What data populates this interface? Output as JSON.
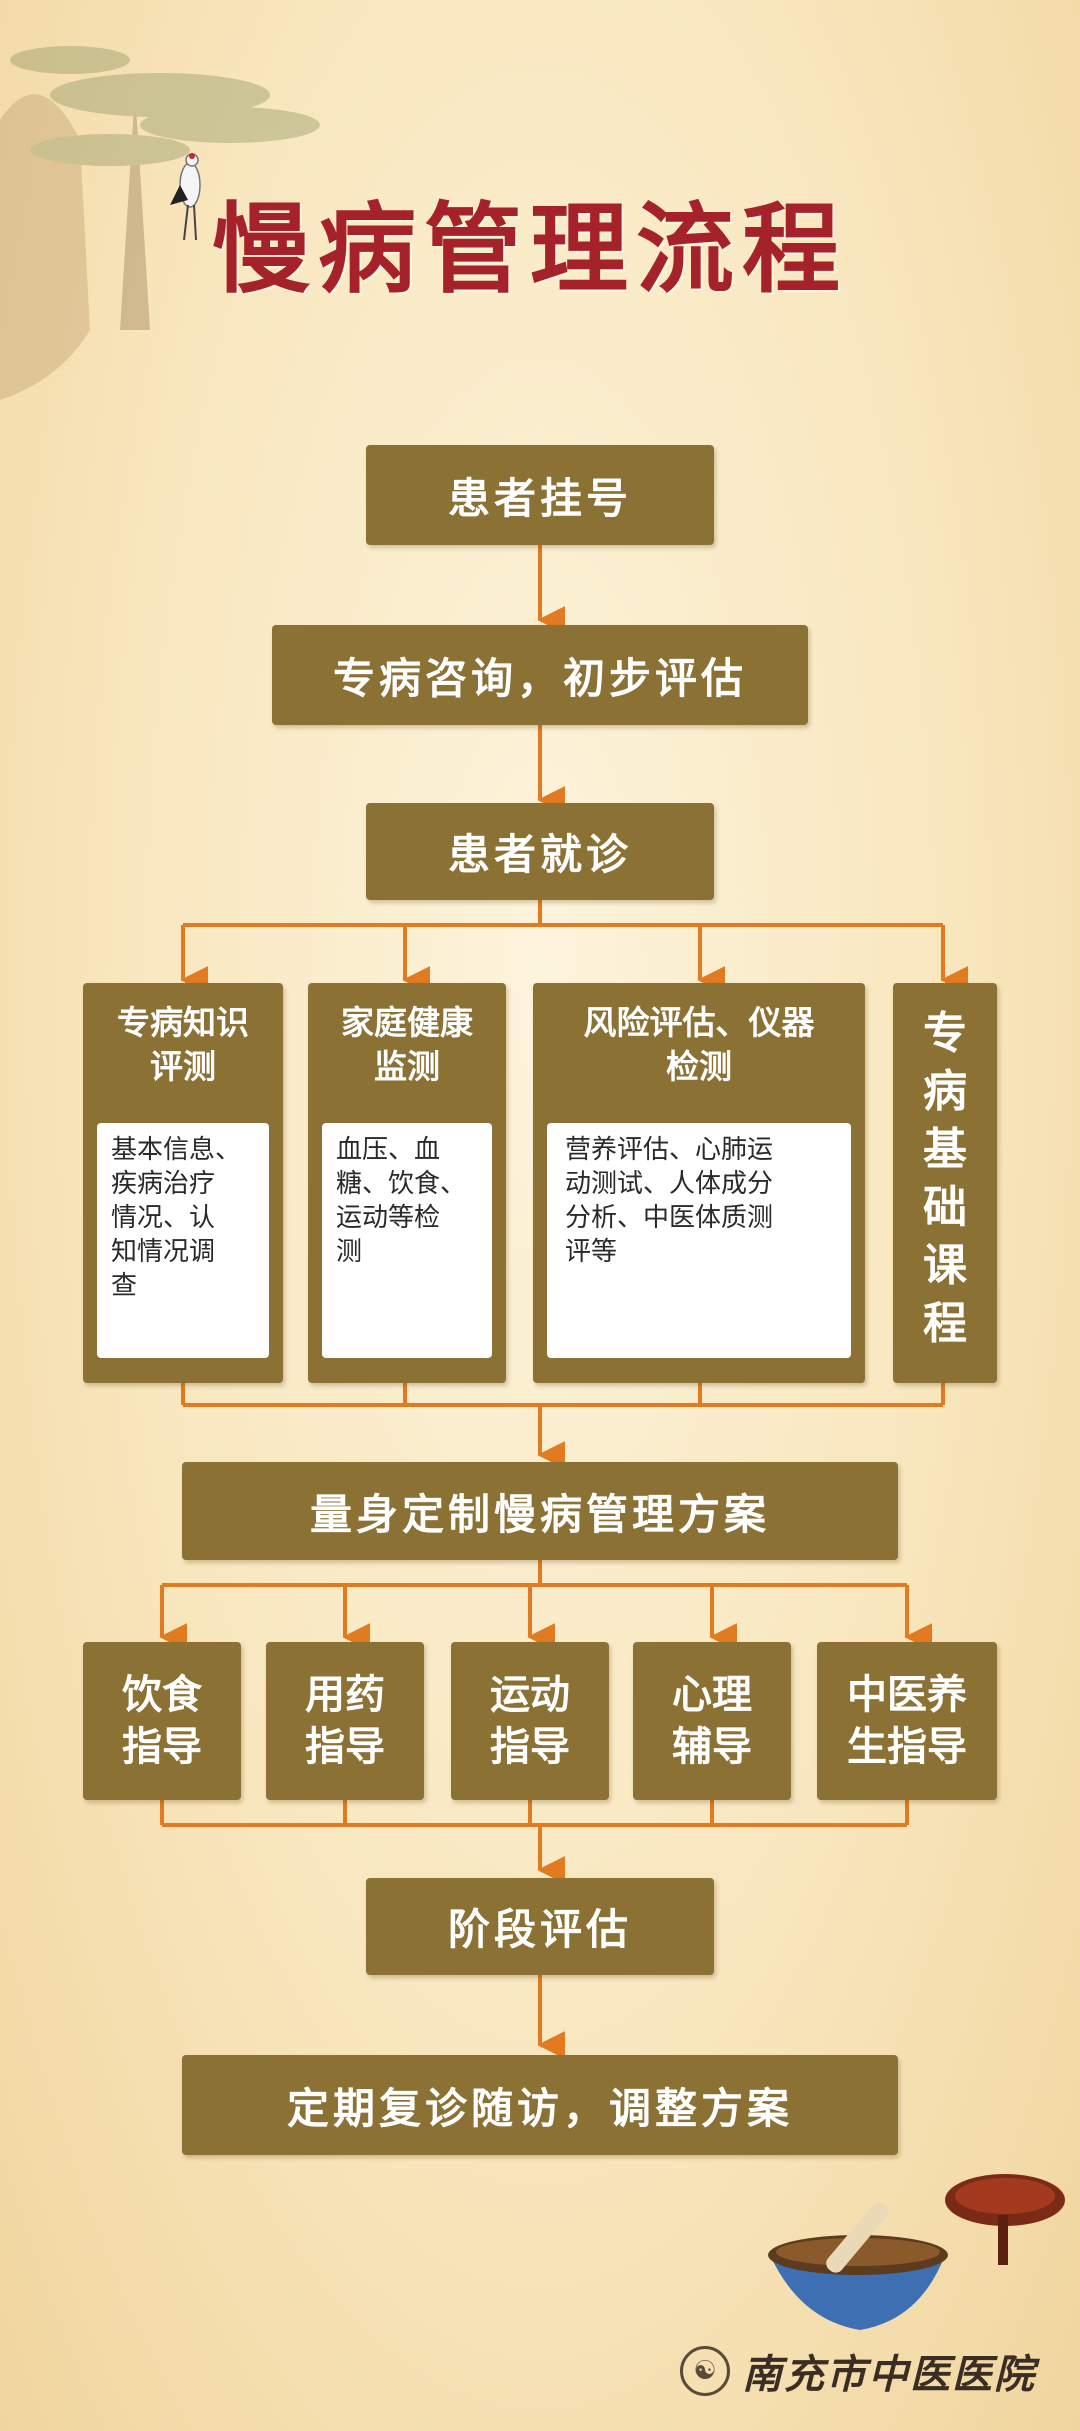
{
  "title": "慢病管理流程",
  "colors": {
    "box": "#8c7134",
    "arrow": "#e17a20",
    "title": "#a5222a"
  },
  "steps": {
    "s1": "患者挂号",
    "s2": "专病咨询，初步评估",
    "s3": "患者就诊",
    "s4": "量身定制慢病管理方案",
    "s5": "阶段评估",
    "s6": "定期复诊随访，调整方案"
  },
  "assessments": [
    {
      "title1": "专病知识",
      "title2": "评测",
      "detail": [
        "基本信息、",
        "疾病治疗",
        "情况、认",
        "知情况调",
        "查"
      ]
    },
    {
      "title1": "家庭健康",
      "title2": "监测",
      "detail": [
        "血压、血",
        "糖、饮食、",
        "运动等检",
        "测"
      ]
    },
    {
      "title1": "风险评估、仪器",
      "title2": "检测",
      "detail": [
        "营养评估、心肺运",
        "动测试、人体成分",
        "分析、中医体质测",
        "评等"
      ]
    },
    {
      "vertical": [
        "专",
        "病",
        "基",
        "础",
        "课",
        "程"
      ]
    }
  ],
  "guidance": [
    {
      "line1": "饮食",
      "line2": "指导"
    },
    {
      "line1": "用药",
      "line2": "指导"
    },
    {
      "line1": "运动",
      "line2": "指导"
    },
    {
      "line1": "心理",
      "line2": "辅导"
    },
    {
      "line1": "中医养",
      "line2": "生指导"
    }
  ],
  "footer": {
    "hospital": "南充市中医医院",
    "icon": "hospital-logo-icon"
  }
}
